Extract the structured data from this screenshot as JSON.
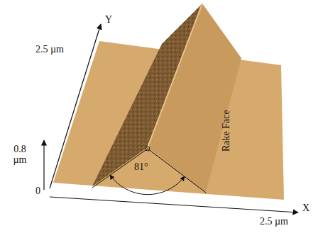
{
  "diagram": {
    "labels": [
      "Y",
      "2.5 µm",
      "0.8 µm",
      "0",
      "81°",
      "Rake Face",
      "X",
      "2.5 µm"
    ]
  }
}
